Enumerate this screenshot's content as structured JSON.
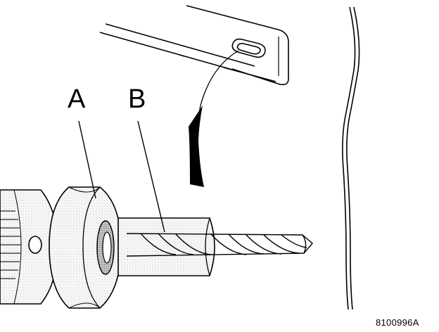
{
  "diagram": {
    "callouts": [
      {
        "id": "A",
        "label": "A"
      },
      {
        "id": "B",
        "label": "B"
      }
    ],
    "figure_id": "8100996A",
    "colors": {
      "ink": "#000000",
      "paper": "#ffffff",
      "stipple": "#8a8a8a"
    }
  }
}
